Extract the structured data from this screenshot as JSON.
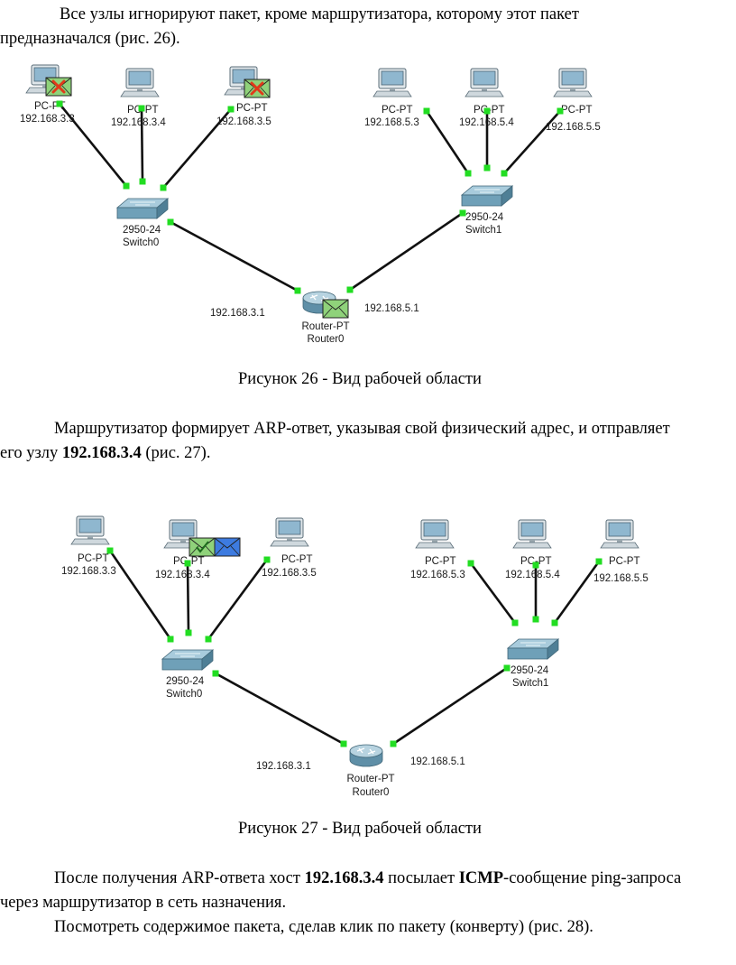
{
  "para1": {
    "line1": "Все узлы игнорируют пакет, кроме маршрутизатора, которому этот пакет",
    "line2": "предназначался (рис. 26)."
  },
  "figure26": {
    "caption": "Рисунок 26 - Вид рабочей области",
    "pcs": [
      {
        "type": "PC-PT",
        "ip": "192.168.3.3",
        "envelope": "rejected"
      },
      {
        "type": "PC-PT",
        "ip": "192.168.3.4",
        "envelope": "none"
      },
      {
        "type": "PC-PT",
        "ip": "192.168.3.5",
        "envelope": "rejected"
      },
      {
        "type": "PC-PT",
        "ip": "192.168.5.3",
        "envelope": "none"
      },
      {
        "type": "PC-PT",
        "ip": "192.168.5.4",
        "envelope": "none"
      },
      {
        "type": "PC-PT",
        "ip": "192.168.5.5",
        "envelope": "none"
      }
    ],
    "switches": [
      {
        "model": "2950-24",
        "name": "Switch0"
      },
      {
        "model": "2950-24",
        "name": "Switch1"
      }
    ],
    "router": {
      "model": "Router-PT",
      "name": "Router0",
      "envelope": "green"
    },
    "ip_left": "192.168.3.1",
    "ip_right": "192.168.5.1"
  },
  "para2": {
    "line1": "Маршрутизатор формирует ARP-ответ, указывая свой физический адрес, и отправляет",
    "line2_pre": "его узлу ",
    "line2_bold": "192.168.3.4",
    "line2_post": " (рис. 27)."
  },
  "figure27": {
    "caption": "Рисунок 27 - Вид рабочей области",
    "pcs": [
      {
        "type": "PC-PT",
        "ip": "192.168.3.3",
        "envelope": "none"
      },
      {
        "type": "PC-PT",
        "ip": "192.168.3.4",
        "envelope": "accepted+blue"
      },
      {
        "type": "PC-PT",
        "ip": "192.168.3.5",
        "envelope": "none"
      },
      {
        "type": "PC-PT",
        "ip": "192.168.5.3",
        "envelope": "none"
      },
      {
        "type": "PC-PT",
        "ip": "192.168.5.4",
        "envelope": "none"
      },
      {
        "type": "PC-PT",
        "ip": "192.168.5.5",
        "envelope": "none"
      }
    ],
    "switches": [
      {
        "model": "2950-24",
        "name": "Switch0"
      },
      {
        "model": "2950-24",
        "name": "Switch1"
      }
    ],
    "router": {
      "model": "Router-PT",
      "name": "Router0",
      "envelope": "none"
    },
    "ip_left": "192.168.3.1",
    "ip_right": "192.168.5.1"
  },
  "para3": {
    "line1_pre": "После получения ARP-ответа хост ",
    "line1_bold1": "192.168.3.4",
    "line1_mid": " посылает ",
    "line1_bold2": "ICMP",
    "line1_post": "-сообщение ping-запроса",
    "line2": "через маршрутизатор в сеть назначения.",
    "line3": "Посмотреть содержимое пакета, сделав клик по пакету (конверту) (рис. 28)."
  },
  "colors": {
    "link": "#111111",
    "port": "#22dd22",
    "device": "#6fa0b8",
    "envelope_green": "#8fd27a",
    "envelope_blue": "#3d7be0",
    "reject_x": "#e03a1a"
  }
}
